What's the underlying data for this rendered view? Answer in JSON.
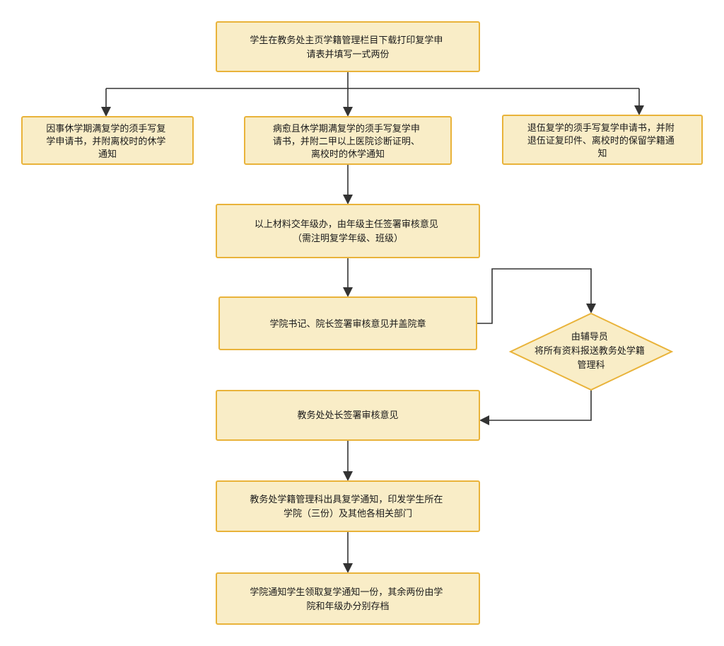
{
  "colors": {
    "box_fill": "#f9edc7",
    "box_border": "#e9b33a",
    "edge": "#333333",
    "text": "#1a1a1a"
  },
  "nodes": {
    "download_form": {
      "lines": [
        "学生在教务处主页学籍管理栏目下载打印复学申",
        "请表并填写一式两份"
      ]
    },
    "personal_leave": {
      "lines": [
        "因事休学期满复学的须手写复",
        "学申请书，并附离校时的休学",
        "通知"
      ]
    },
    "medical_leave": {
      "lines": [
        "病愈且休学期满复学的须手写复学申",
        "请书，并附二甲以上医院诊断证明、",
        "离校时的休学通知"
      ]
    },
    "military_leave": {
      "lines": [
        "退伍复学的须手写复学申请书，并附",
        "退伍证复印件、离校时的保留学籍通",
        "知"
      ]
    },
    "grade_office_review": {
      "lines": [
        "以上材料交年级办，由年级主任签署审核意见",
        "（需注明复学年级、班级）"
      ]
    },
    "college_review": {
      "lines": [
        "学院书记、院长签署审核意见并盖院章"
      ]
    },
    "counselor_submit": {
      "lines": [
        "由辅导员",
        "将所有资料报送教务处学籍",
        "管理科"
      ]
    },
    "academic_director_review": {
      "lines": [
        "教务处处长签署审核意见"
      ]
    },
    "issue_notice": {
      "lines": [
        "教务处学籍管理科出具复学通知，印发学生所在",
        "学院（三份）及其他各相关部门"
      ]
    },
    "archive": {
      "lines": [
        "学院通知学生领取复学通知一份，其余两份由学",
        "院和年级办分别存档"
      ]
    }
  },
  "edges": [
    {
      "from": "download_form",
      "to": "personal_leave"
    },
    {
      "from": "download_form",
      "to": "medical_leave"
    },
    {
      "from": "download_form",
      "to": "military_leave"
    },
    {
      "from": "medical_leave",
      "to": "grade_office_review"
    },
    {
      "from": "grade_office_review",
      "to": "college_review"
    },
    {
      "from": "college_review",
      "to": "counselor_submit"
    },
    {
      "from": "counselor_submit",
      "to": "academic_director_review"
    },
    {
      "from": "academic_director_review",
      "to": "issue_notice"
    },
    {
      "from": "issue_notice",
      "to": "archive"
    }
  ]
}
